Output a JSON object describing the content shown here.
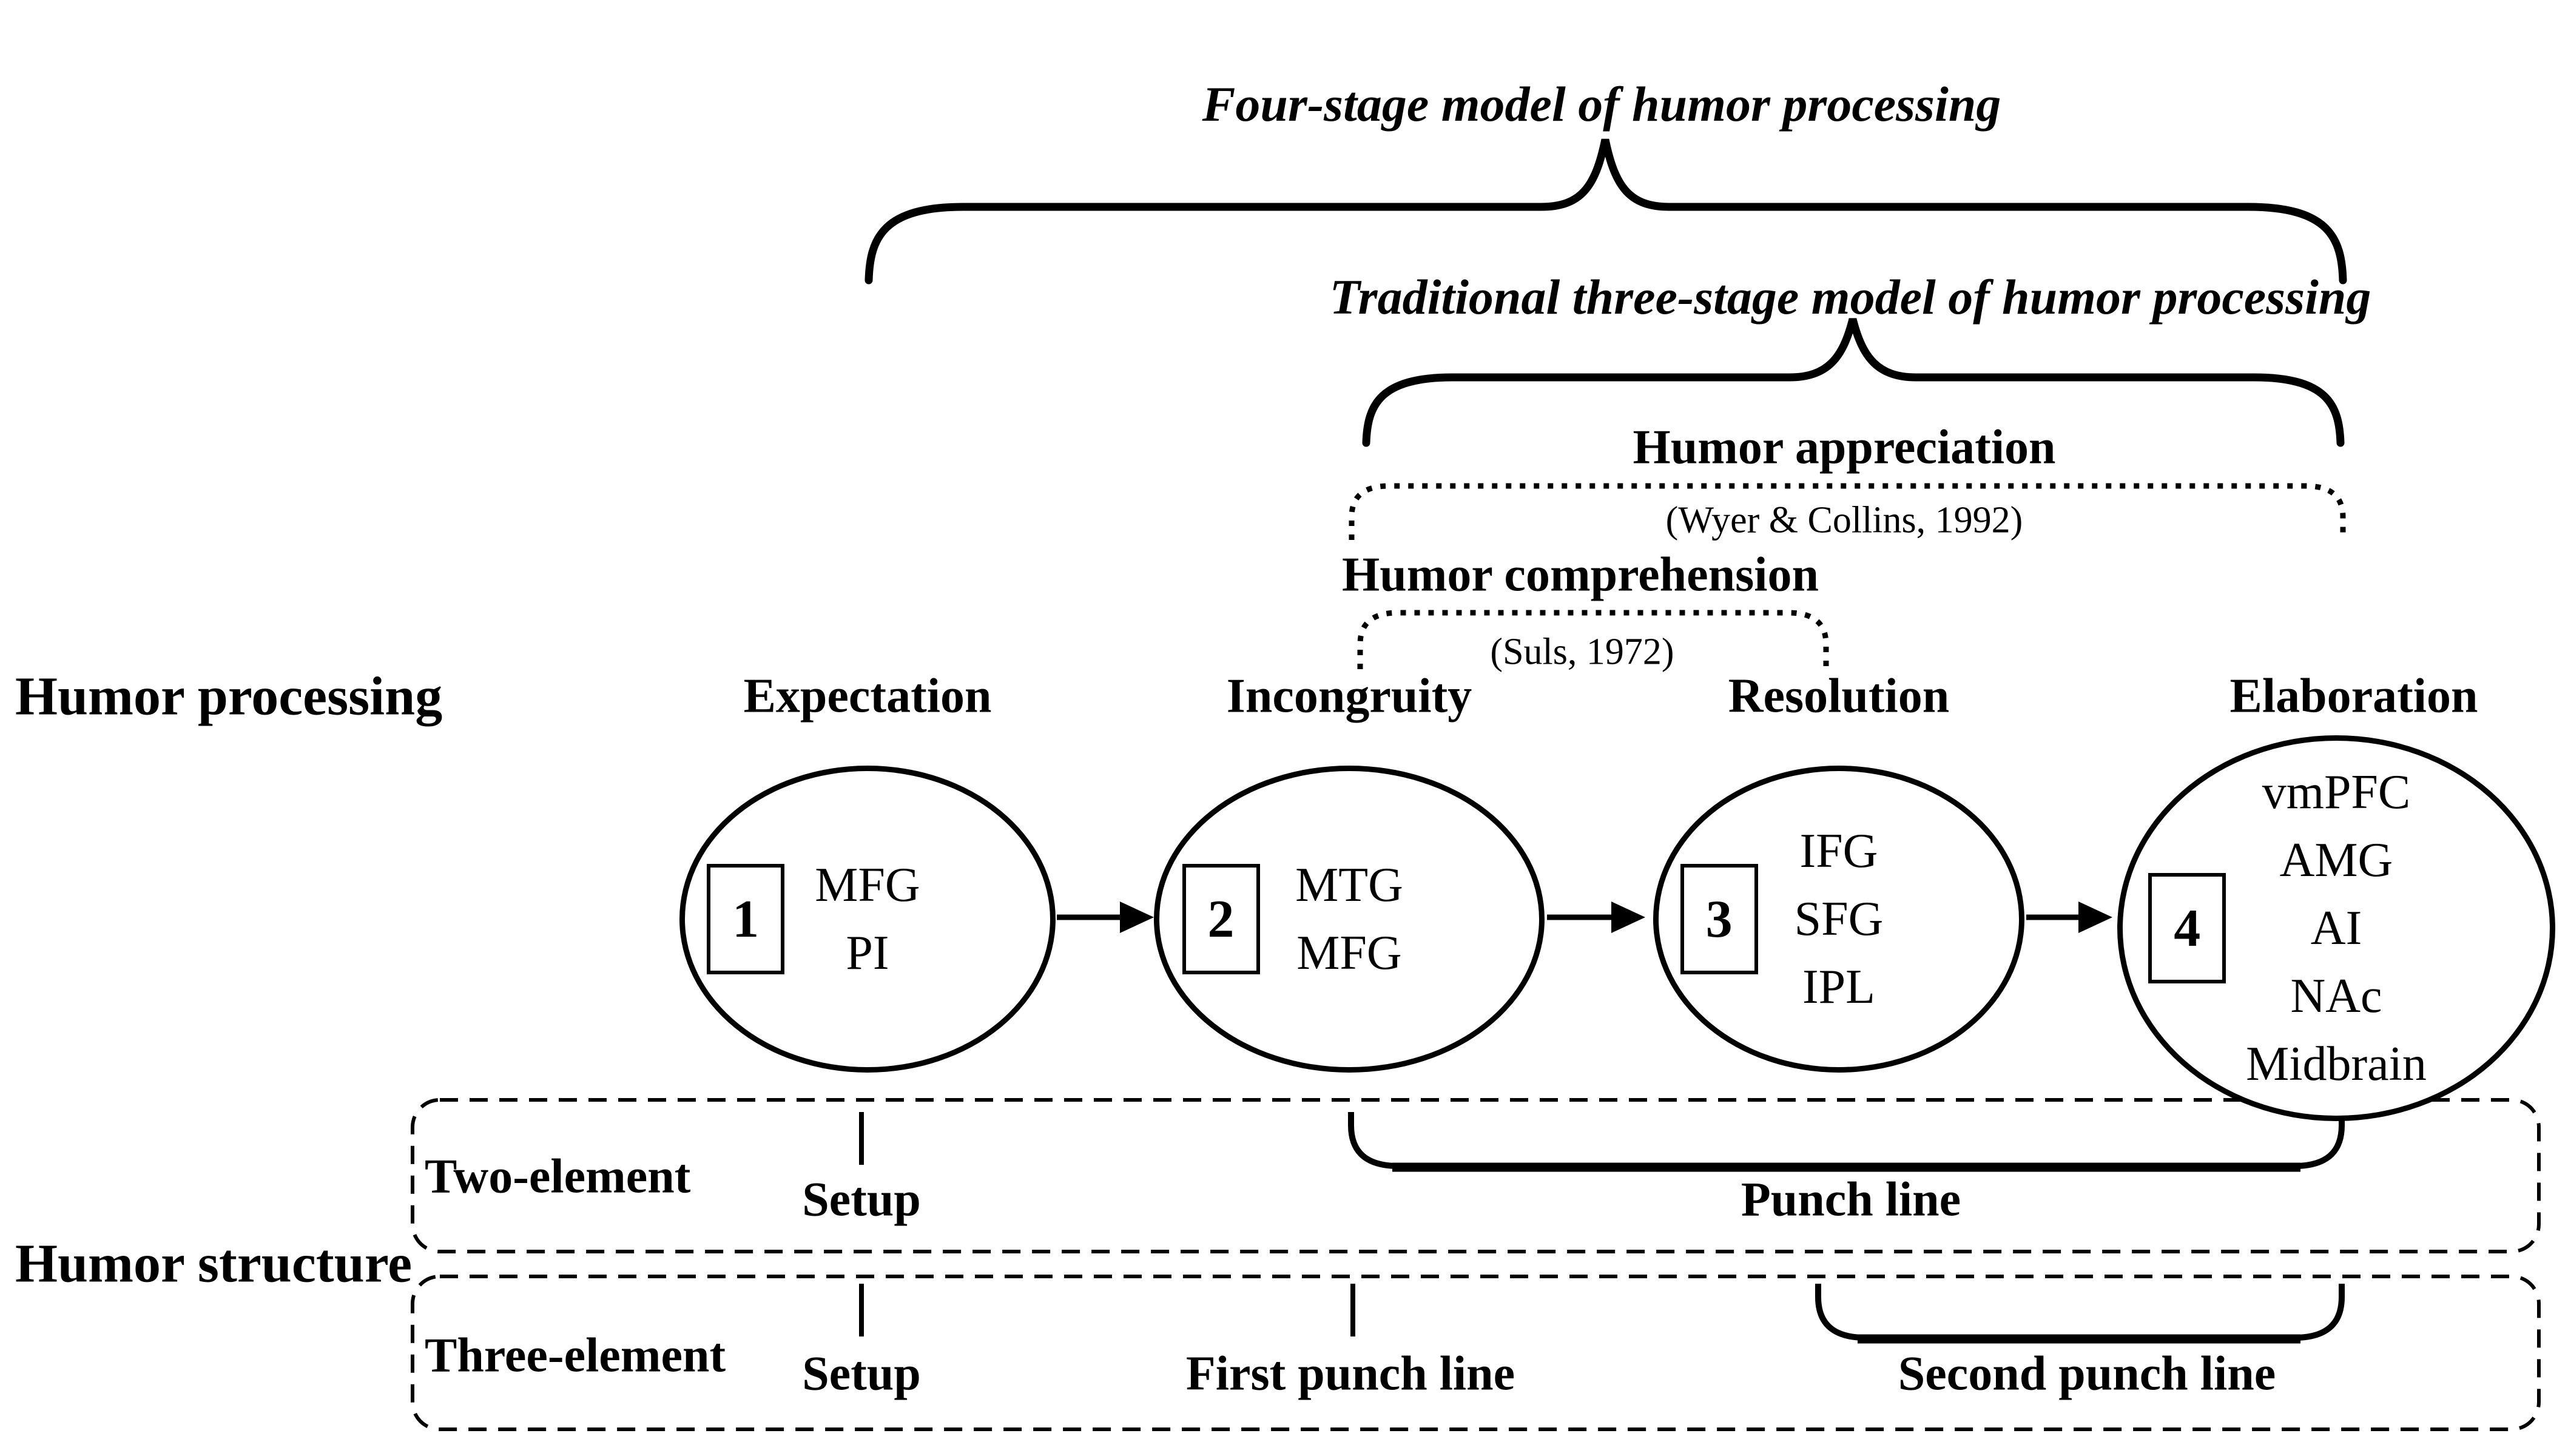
{
  "page": {
    "background": "#ffffff",
    "foreground": "#000000"
  },
  "titles": {
    "four_stage": "Four-stage model of humor processing",
    "three_stage": "Traditional three-stage model of humor processing"
  },
  "overlays": {
    "appreciation": {
      "label": "Humor appreciation",
      "citation": "(Wyer & Collins, 1992)"
    },
    "comprehension": {
      "label": "Humor comprehension",
      "citation": "(Suls, 1972)"
    }
  },
  "row_labels": {
    "processing": "Humor processing",
    "structure": "Humor structure"
  },
  "stages": [
    {
      "number": "1",
      "label": "Expectation",
      "regions": [
        "MFG",
        "PI"
      ]
    },
    {
      "number": "2",
      "label": "Incongruity",
      "regions": [
        "MTG",
        "MFG"
      ]
    },
    {
      "number": "3",
      "label": "Resolution",
      "regions": [
        "IFG",
        "SFG",
        "IPL"
      ]
    },
    {
      "number": "4",
      "label": "Elaboration",
      "regions": [
        "vmPFC",
        "AMG",
        "AI",
        "NAc",
        "Midbrain"
      ]
    }
  ],
  "structure": {
    "two_element": {
      "label": "Two-element",
      "setup": "Setup",
      "punch": "Punch line"
    },
    "three_element": {
      "label": "Three-element",
      "setup": "Setup",
      "first": "First punch line",
      "second": "Second punch line"
    }
  }
}
